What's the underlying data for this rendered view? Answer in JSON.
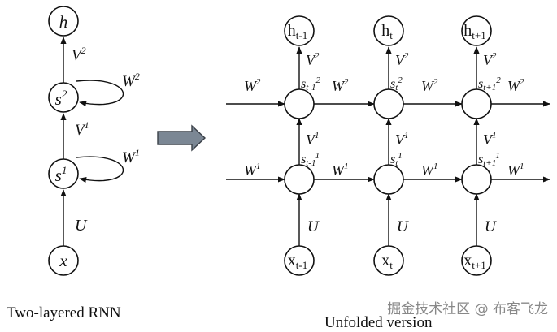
{
  "left": {
    "nodes": {
      "h": "h",
      "s2_base": "s",
      "s2_sup": "2",
      "s1_base": "s",
      "s1_sup": "1",
      "x": "x"
    },
    "edges": {
      "V2": {
        "b": "V",
        "s": "2"
      },
      "W2": {
        "b": "W",
        "s": "2"
      },
      "V1": {
        "b": "V",
        "s": "1"
      },
      "W1": {
        "b": "W",
        "s": "1"
      },
      "U": "U"
    }
  },
  "right": {
    "columns": [
      {
        "h_base": "h",
        "h_sub": "t-1",
        "x_base": "x",
        "x_sub": "t-1",
        "s2": {
          "b": "s",
          "sub": "t-1",
          "sup": "2"
        },
        "s1": {
          "b": "s",
          "sub": "t-1",
          "sup": "1"
        }
      },
      {
        "h_base": "h",
        "h_sub": "t",
        "x_base": "x",
        "x_sub": "t",
        "s2": {
          "b": "s",
          "sub": "t",
          "sup": "2"
        },
        "s1": {
          "b": "s",
          "sub": "t",
          "sup": "1"
        }
      },
      {
        "h_base": "h",
        "h_sub": "t+1",
        "x_base": "x",
        "x_sub": "t+1",
        "s2": {
          "b": "s",
          "sub": "t+1",
          "sup": "2"
        },
        "s1": {
          "b": "s",
          "sub": "t+1",
          "sup": "1"
        }
      }
    ],
    "labels": {
      "V2": {
        "b": "V",
        "s": "2"
      },
      "V1": {
        "b": "V",
        "s": "1"
      },
      "W2": {
        "b": "W",
        "s": "2"
      },
      "W1": {
        "b": "W",
        "s": "1"
      },
      "U": "U"
    }
  },
  "captions": {
    "left": "Two-layered RNN",
    "right": "Unfolded version"
  },
  "watermark": "掘金技术社区 @ 布客飞龙",
  "colors": {
    "arrow_fill": "#7b8794",
    "arrow_stroke": "#3a4048",
    "stroke": "#111111"
  }
}
